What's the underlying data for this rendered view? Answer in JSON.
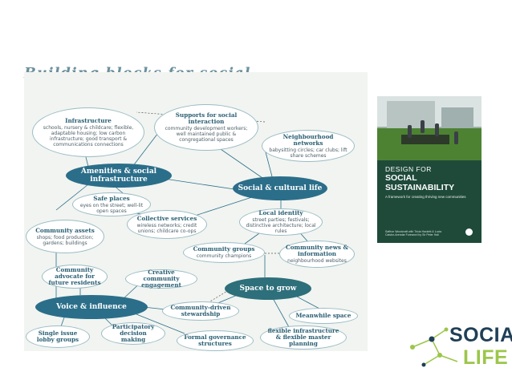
{
  "slide": {
    "title_line1": "Building blocks for social",
    "title_line2": "sustainability"
  },
  "diagram": {
    "nodes": {
      "infrastructure": {
        "title": "Infrastructure",
        "desc": "schools, nursery & childcare; flexible, adaptable housing; low carbon infrastructure; good transport & communications connections"
      },
      "supports": {
        "title": "Supports for social interaction",
        "desc": "community development workers; well maintained public & congregational spaces"
      },
      "neighbourhood_networks": {
        "title": "Neighbourhood networks",
        "desc": "babysitting circles; car clubs; lift share schemes"
      },
      "amenities": {
        "title": "Amenities & social infrastructure"
      },
      "social_cultural": {
        "title": "Social & cultural life"
      },
      "safe_places": {
        "title": "Safe places",
        "desc": "eyes on the street; well-lit open spaces"
      },
      "collective_services": {
        "title": "Collective services",
        "desc": "wireless networks; credit unions; childcare co-ops"
      },
      "local_identity": {
        "title": "Local identity",
        "desc": "street parties; festivals; distinctive architecture; local rules"
      },
      "community_assets": {
        "title": "Community assets",
        "desc": "shops; food production; gardens; buildings"
      },
      "community_groups": {
        "title": "Community groups",
        "desc": "community champions"
      },
      "community_news": {
        "title": "Community news & information",
        "desc": "neighbourhood websites"
      },
      "community_advocate": {
        "title": "Community advocate for future residents"
      },
      "creative_engagement": {
        "title": "Creative community engagement"
      },
      "space_to_grow": {
        "title": "Space to grow"
      },
      "voice_influence": {
        "title": "Voice & influence"
      },
      "community_stewardship": {
        "title": "Community-driven stewardship"
      },
      "meanwhile_space": {
        "title": "Meanwhile space"
      },
      "single_issue": {
        "title": "Single issue lobby groups"
      },
      "participatory": {
        "title": "Participatory decision making"
      },
      "formal_governance": {
        "title": "Formal governance structures"
      },
      "flexible_infrastructure": {
        "title": "flexible infrastructure & flexible master planning"
      }
    }
  },
  "book": {
    "line1": "DESIGN FOR",
    "line2": "SOCIAL",
    "line3": "SUSTAINABILITY",
    "subtitle": "A framework for creating thriving new communities",
    "credits": "Saffron Woodcraft with Tricia Hackett & Lucia Caistor-Arendar Foreword by Sir Peter Hall"
  },
  "logo": {
    "word1": "SOCIAL",
    "word2": "LIFE"
  },
  "colors": {
    "hub": "#2b6e8a",
    "node_border": "#8fb3bf",
    "title": "#6b8f9c",
    "logo_dark": "#1f3f56",
    "logo_green": "#9cc64a"
  }
}
